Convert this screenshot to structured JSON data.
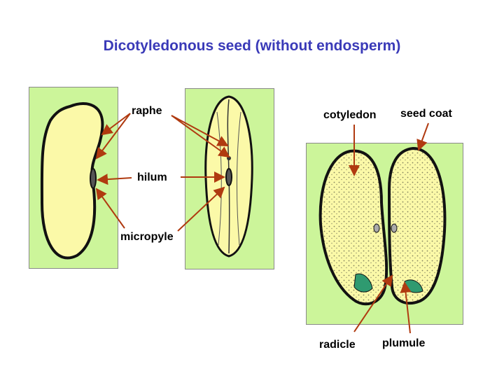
{
  "title": "Dicotyledonous seed (without endosperm)",
  "labels": {
    "raphe": "raphe",
    "hilum": "hilum",
    "micropyle": "micropyle",
    "cotyledon": "cotyledon",
    "seed_coat": "seed coat",
    "radicle": "radicle",
    "plumule": "plumule"
  },
  "colors": {
    "title": "#3a3ab8",
    "panel_background": "#ccf59a",
    "seed_fill": "#fbf9a8",
    "arrow": "#b03a10",
    "embryo": "#2f9a70"
  }
}
